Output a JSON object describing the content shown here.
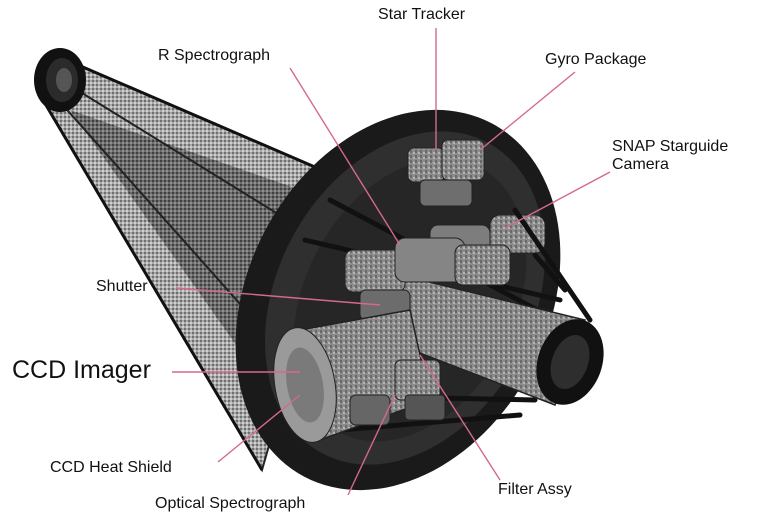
{
  "labels": {
    "star_tracker": "Star Tracker",
    "ir_spectrograph": "R Spectrograph",
    "gyro_package": "Gyro Package",
    "snap_starguide_line1": "SNAP Starguide",
    "snap_starguide_line2": "Camera",
    "shutter": "Shutter",
    "ccd_imager": "CCD Imager",
    "ccd_heat_shield": "CCD Heat Shield",
    "optical_spectrograph": "Optical Spectrograph",
    "filter_assy": "Filter Assy"
  },
  "colors": {
    "leader_line": "#d46a8a",
    "structure": "#111111",
    "mesh": "#8a8a8a",
    "instrument": "#7a7a7a"
  }
}
